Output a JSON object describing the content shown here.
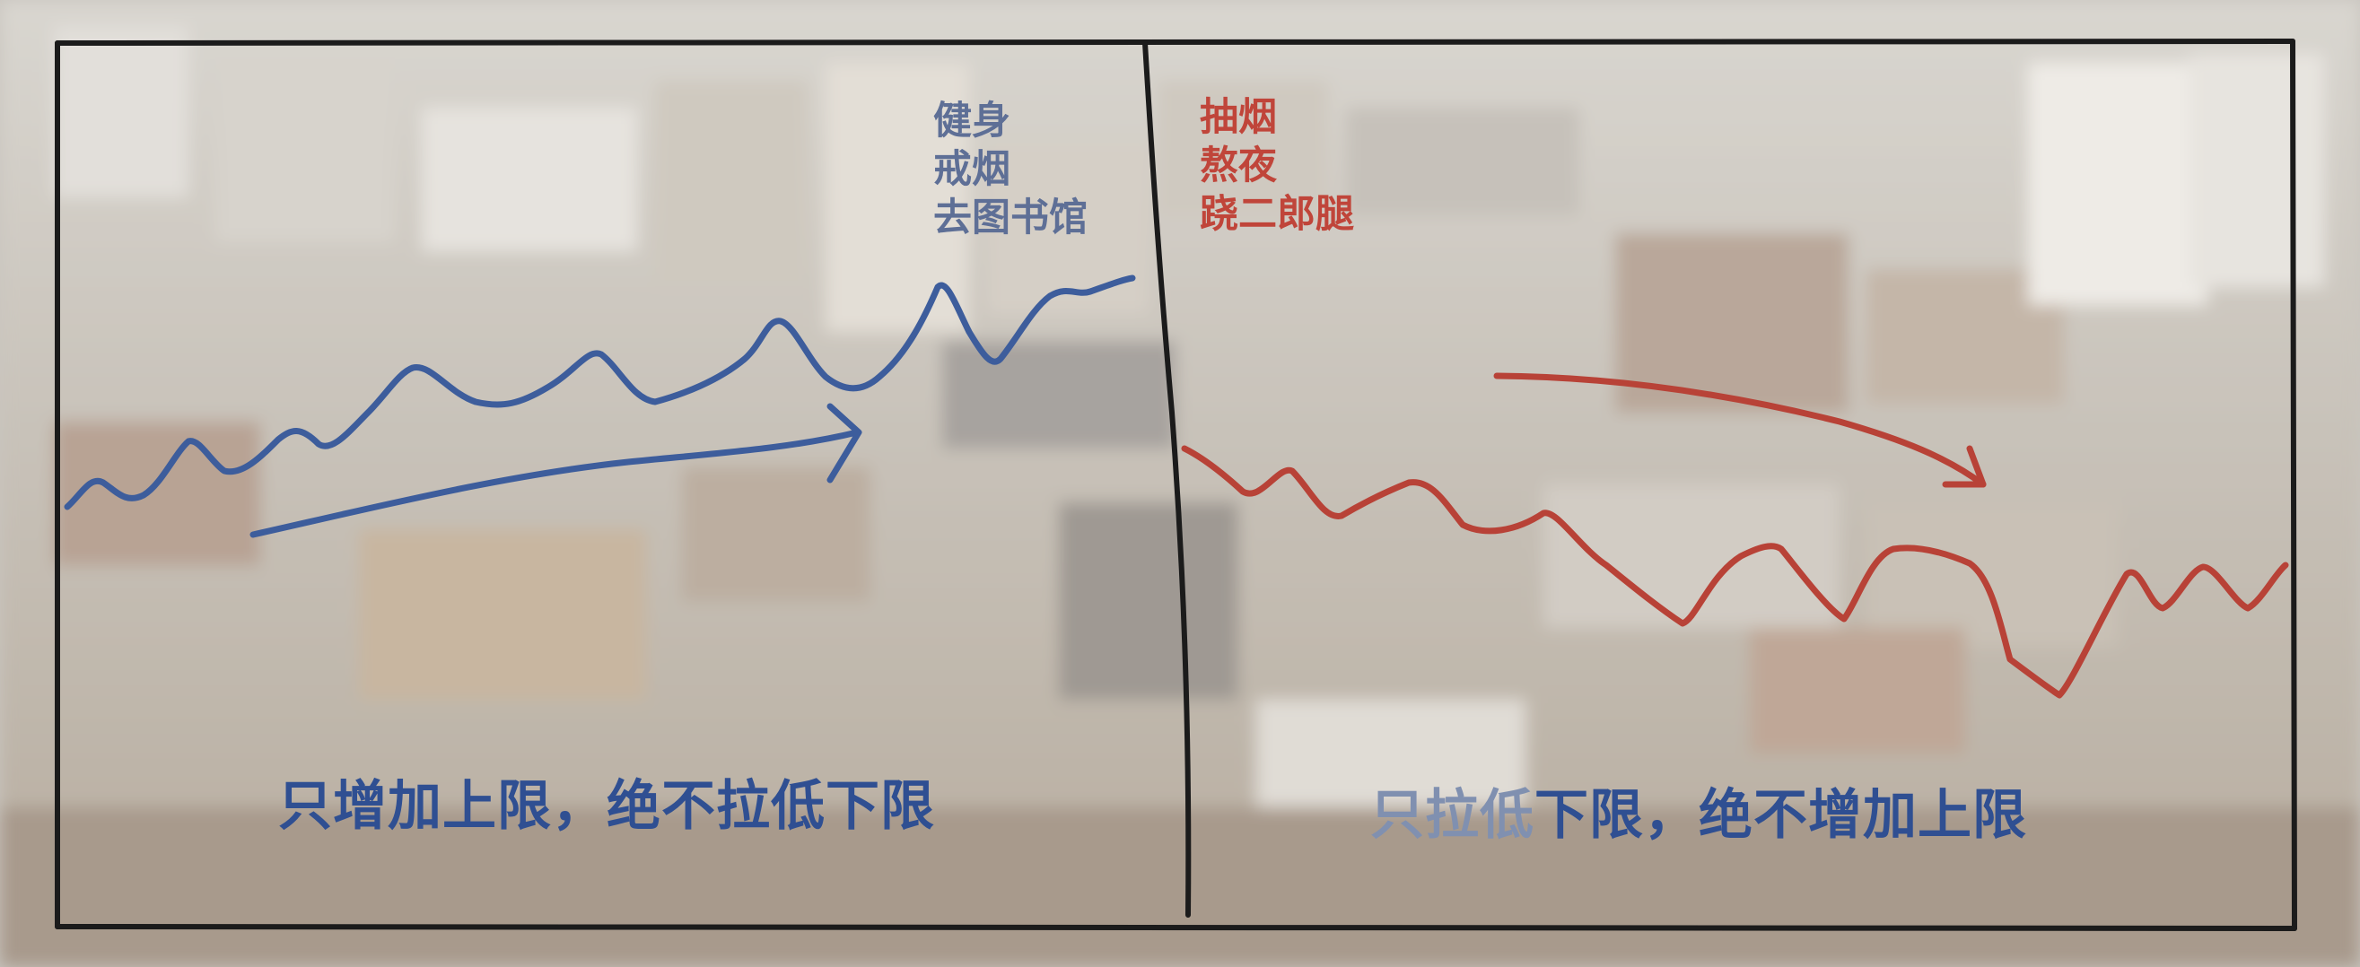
{
  "left_panel": {
    "items": [
      "健身",
      "戒烟",
      "去图书馆"
    ],
    "caption": "只增加上限，绝不拉低下限",
    "color": "#2f4f92"
  },
  "right_panel": {
    "items": [
      "抽烟",
      "熬夜",
      "跷二郎腿"
    ],
    "caption_part1": "只拉低",
    "caption_part2": "下限，绝不增加上限",
    "color": "#c0453a"
  }
}
